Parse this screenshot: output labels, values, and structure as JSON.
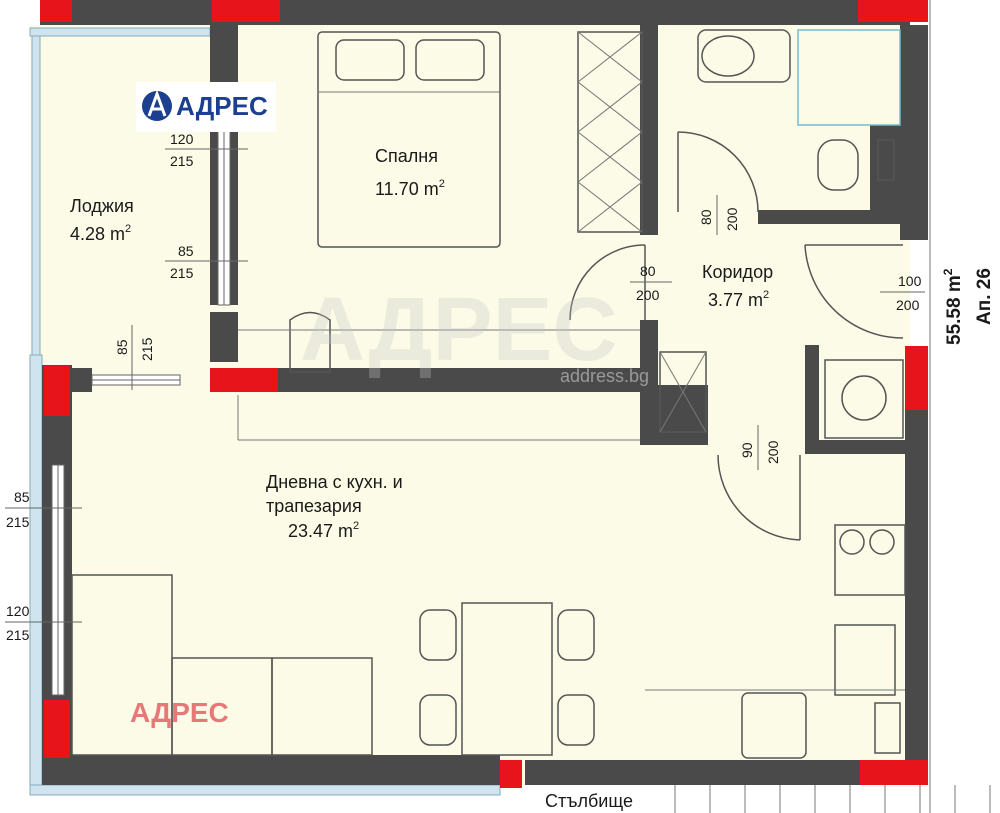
{
  "brand": {
    "logo_text": "АДРЕС",
    "watermark": "АДРЕС",
    "watermark_url": "address.bg"
  },
  "apartment": {
    "number": "Ап. 26",
    "area": "55.58 m",
    "area_sup": "2"
  },
  "rooms": {
    "bedroom": {
      "name": "Спалня",
      "area": "11.70 m",
      "sup": "2"
    },
    "loggia": {
      "name": "Лоджия",
      "area": "4.28 m",
      "sup": "2"
    },
    "corridor": {
      "name": "Коридор",
      "area": "3.77 m",
      "sup": "2"
    },
    "living": {
      "name_line1": "Дневна с кухн. и",
      "name_line2": "трапезария",
      "area": "23.47 m",
      "sup": "2"
    },
    "stairs": {
      "name": "Стълбище"
    }
  },
  "dimensions": {
    "loggia_window_1": {
      "w": "120",
      "h": "215"
    },
    "loggia_door": {
      "w": "85",
      "h": "215"
    },
    "loggia_bottom": {
      "w": "85",
      "h": "215"
    },
    "bath_door": {
      "w": "80",
      "h": "200"
    },
    "bedroom_door": {
      "w": "80",
      "h": "200"
    },
    "entry_door": {
      "w": "100",
      "h": "200"
    },
    "living_door": {
      "w": "90",
      "h": "200"
    },
    "living_window_1": {
      "w": "85",
      "h": "215"
    },
    "living_window_2": {
      "w": "120",
      "h": "215"
    }
  },
  "colors": {
    "wall": "#4a4a4a",
    "column": "#e8141c",
    "floor": "#fbfbe7",
    "logo_blue": "#1d3f8f"
  }
}
